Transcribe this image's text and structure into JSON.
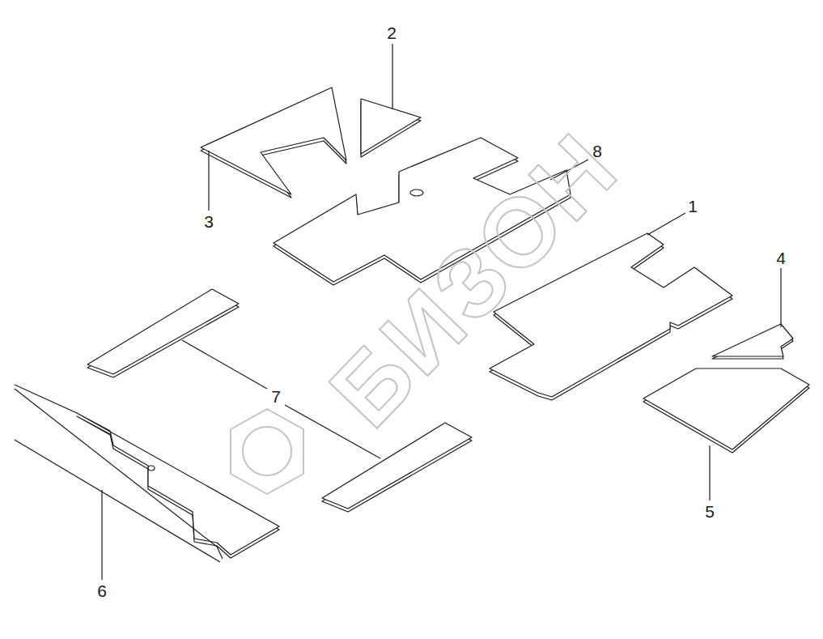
{
  "diagram": {
    "labels": [
      "2",
      "8",
      "3",
      "1",
      "4",
      "7",
      "5",
      "6",
      "БИЗОН"
    ]
  }
}
